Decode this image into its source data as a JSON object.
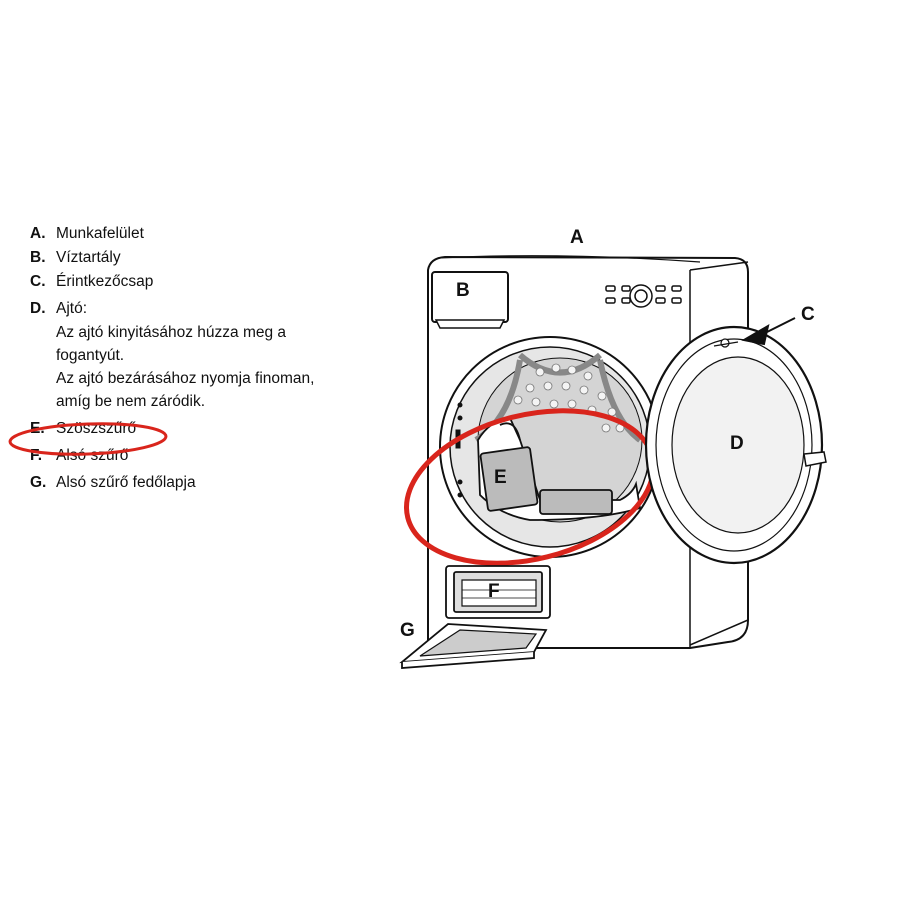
{
  "legend": {
    "a": {
      "key": "A.",
      "text": "Munkafelület"
    },
    "b": {
      "key": "B.",
      "text": "Víztartály"
    },
    "c": {
      "key": "C.",
      "text": "Érintkezőcsap"
    },
    "d": {
      "key": "D.",
      "text": "Ajtó:",
      "line1": "Az ajtó kinyitásához húzza meg a",
      "line2": "fogantyút.",
      "line3": "Az ajtó bezárásához nyomja finoman,",
      "line4": "amíg be nem záródik."
    },
    "e": {
      "key": "E.",
      "text": "Szöszszűrő"
    },
    "f": {
      "key": "F.",
      "text": "Alsó szűrő"
    },
    "g": {
      "key": "G.",
      "text": "Alsó szűrő fedőlapja"
    }
  },
  "callouts": {
    "a": "A",
    "b": "B",
    "c": "C",
    "d": "D",
    "e": "E",
    "f": "F",
    "g": "G"
  },
  "highlight_color": "#d9251c"
}
